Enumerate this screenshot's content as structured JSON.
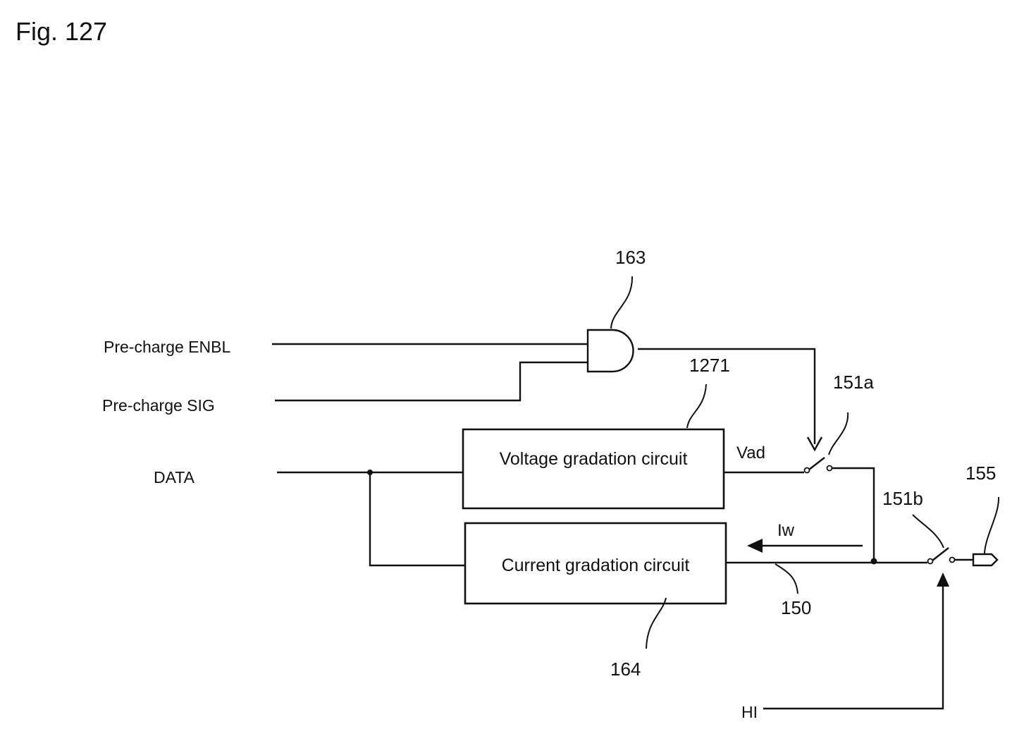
{
  "figure": {
    "title": "Fig. 127"
  },
  "inputs": {
    "precharge_enbl": "Pre-charge ENBL",
    "precharge_sig": "Pre-charge SIG",
    "data": "DATA",
    "hi": "HI"
  },
  "blocks": {
    "voltage": {
      "label": "Voltage gradation circuit",
      "ref": "1271"
    },
    "current": {
      "label": "Current gradation circuit",
      "ref": "164"
    }
  },
  "refs": {
    "and_gate": "163",
    "switch_a": "151a",
    "switch_b": "151b",
    "terminal": "155",
    "source_line": "150"
  },
  "signals": {
    "vad": "Vad",
    "iw": "Iw"
  }
}
